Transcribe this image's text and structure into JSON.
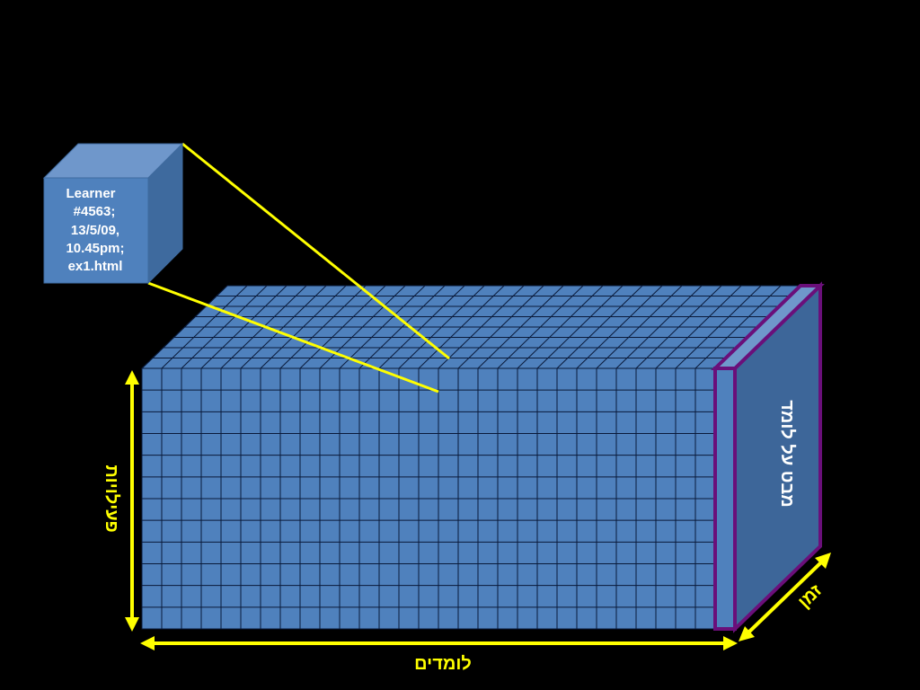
{
  "labels": {
    "x_axis": "לומדים",
    "y_axis": "פעילויות",
    "z_axis": "זמן",
    "side_panel": "מבט על לומד"
  },
  "data_cell": {
    "lines": [
      "Learner",
      "#4563;",
      "13/5/09,",
      "10.45pm;",
      "ex1.html"
    ]
  },
  "grid": {
    "front_columns": 29,
    "front_rows": 12,
    "depth_layers": 8
  },
  "colors": {
    "cell_fill": "#4F81BD",
    "cell_side": "#3E6A9E",
    "cell_top": "#6F97CB",
    "grid_line": "#0A1A3A",
    "slice_border": "#6A0F7A",
    "slice_fill": "#4F81BD",
    "slice_side": "#3D6699",
    "arrow": "#FFFF00",
    "callout_line": "#FFFF00",
    "text_on_dark": "#FFFFFF"
  }
}
